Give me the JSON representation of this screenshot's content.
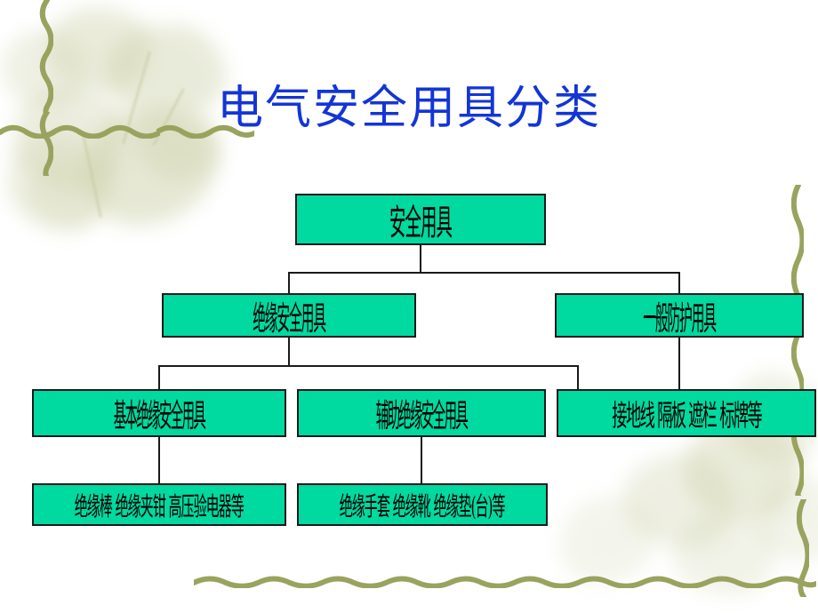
{
  "slide": {
    "title": "电气安全用具分类",
    "title_color": "#1335d6",
    "background_color": "#ffffff",
    "decoration_color": "#9aa35e",
    "node_fill_color": "#00d9a0",
    "node_border_color": "#1a1a1a"
  },
  "chart_data": {
    "type": "diagram",
    "diagram_kind": "organization-tree",
    "title": "电气安全用具分类",
    "orientation": "top-down",
    "levels": 4,
    "nodes": [
      {
        "id": "root",
        "label": "安全用具",
        "level": 0,
        "parent": null
      },
      {
        "id": "insul",
        "label": "绝缘安全用具",
        "level": 1,
        "parent": "root"
      },
      {
        "id": "general",
        "label": "一般防护用具",
        "level": 1,
        "parent": "root"
      },
      {
        "id": "basic",
        "label": "基本绝缘安全用具",
        "level": 2,
        "parent": "insul"
      },
      {
        "id": "aux",
        "label": "辅助绝缘安全用具",
        "level": 2,
        "parent": "insul"
      },
      {
        "id": "genitems",
        "label": "接地线 隔板 遮栏 标牌等",
        "level": 2,
        "parent": "general"
      },
      {
        "id": "basicitems",
        "label": "绝缘棒 绝缘夹钳 高压验电器等",
        "level": 3,
        "parent": "basic"
      },
      {
        "id": "auxitems",
        "label": "绝缘手套 绝缘靴 绝缘垫(台)等",
        "level": 3,
        "parent": "aux"
      }
    ],
    "edges": [
      {
        "from": "root",
        "to": "insul"
      },
      {
        "from": "root",
        "to": "general"
      },
      {
        "from": "insul",
        "to": "basic"
      },
      {
        "from": "insul",
        "to": "aux"
      },
      {
        "from": "general",
        "to": "genitems"
      },
      {
        "from": "basic",
        "to": "basicitems"
      },
      {
        "from": "aux",
        "to": "auxitems"
      }
    ]
  },
  "nodes": {
    "root": "安全用具",
    "insul": "绝缘安全用具",
    "general": "一般防护用具",
    "basic": "基本绝缘安全用具",
    "aux": "辅助绝缘安全用具",
    "genitems": "接地线 隔板 遮栏 标牌等",
    "basicitems": "绝缘棒 绝缘夹钳 高压验电器等",
    "auxitems": "绝缘手套 绝缘靴 绝缘垫(台)等"
  }
}
